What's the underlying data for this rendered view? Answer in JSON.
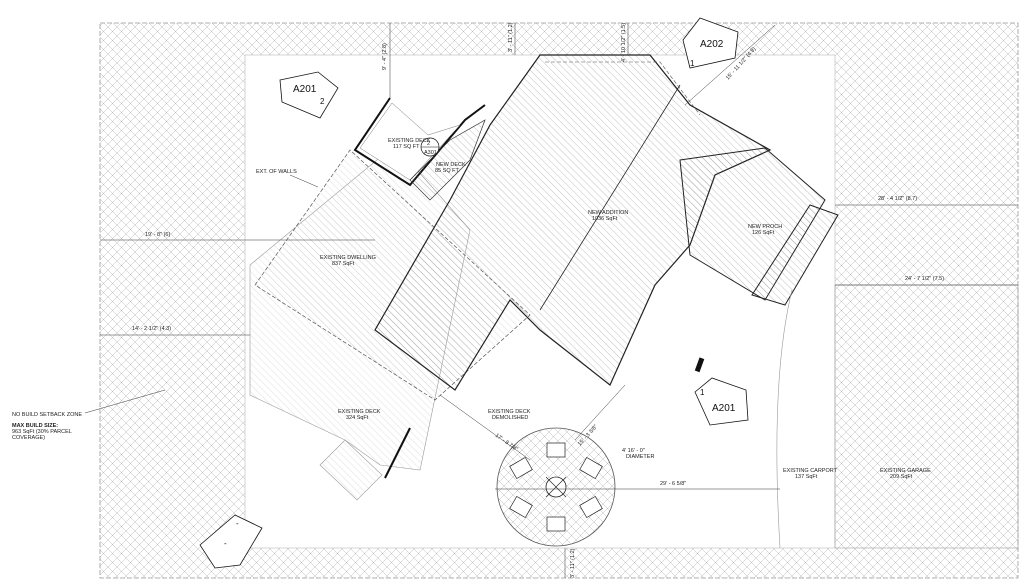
{
  "plan": {
    "setback_note": {
      "zone": "NO BUILD SETBACK ZONE",
      "max_title": "MAX BUILD SIZE:",
      "max_value": "963 SqFt (30% PARCEL",
      "max_value2": "COVERAGE)"
    },
    "areas": {
      "existing_deck_top": "EXISTING DECK",
      "existing_deck_top_area": "117 SQ FT",
      "new_deck": "NEW DECK",
      "new_deck_area": "85 SQ FT",
      "ext_walls": "EXT. OF WALLS",
      "existing_dwelling": "EXISTING DWELLING",
      "existing_dwelling_area": "837 SqFt",
      "new_addition": "NEW ADDITION",
      "new_addition_area": "1036 SqFt",
      "new_porch": "NEW PROCH",
      "new_porch_area": "126 SqFt",
      "existing_deck_bottom": "EXISTING DECK",
      "existing_deck_bottom_area": "324 SqFt",
      "deck_demolished": "EXISTING DECK",
      "deck_demolished2": "DEMOLISHED",
      "existing_carport": "EXISTING CARPORT",
      "existing_carport_area": "137 SqFt",
      "existing_garage": "EXISTING GARAGE",
      "existing_garage_area": "209 SqFt"
    },
    "dimensions": {
      "d_left_top": "19' - 8\" (6)",
      "d_left_mid": "14' - 2 1/2\" (4.3)",
      "d_top_a": "9' - 4\" (2.8)",
      "d_top_b": "3' - 11\" (1.2)",
      "d_top_c": "4' - 10 1/2\" (1.5)",
      "d_top_diag": "15' - 11 1/2\" (4.8)",
      "d_right_top": "28' - 4 1/2\" (8.7)",
      "d_right_mid": "24' - 7 1/2\" (7.5)",
      "d_circle_a": "17' - 8 7/8\"",
      "d_circle_b": "15' - 3 3/8\"",
      "d_diameter": "4' 16' - 0\"",
      "d_diameter2": "DIAMETER",
      "d_horizontal": "29' - 6 5/8\"",
      "d_bottom": "3' - 11\" (1.2)"
    },
    "tags": [
      {
        "sheet": "A201",
        "num": "2"
      },
      {
        "sheet": "A202",
        "num": "1"
      },
      {
        "sheet": "A201",
        "num": "1"
      },
      {
        "sheet": "A301",
        "num": "2"
      }
    ],
    "north_mark": "-"
  }
}
